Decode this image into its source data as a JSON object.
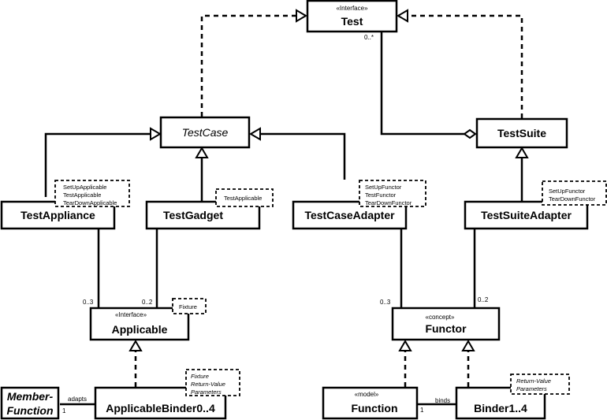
{
  "classes": {
    "test": {
      "stereotype": "«Interface»",
      "name": "Test"
    },
    "testcase": {
      "name": "TestCase"
    },
    "testsuite": {
      "name": "TestSuite"
    },
    "testappliance": {
      "name": "TestAppliance",
      "template": [
        "SetUpApplicable",
        "TestApplicable",
        "TearDownApplicable"
      ]
    },
    "testgadget": {
      "name": "TestGadget",
      "template": [
        "TestApplicable"
      ]
    },
    "testcaseadapter": {
      "name": "TestCaseAdapter",
      "template": [
        "SetUpFunctor",
        "TestFunctor",
        "TearDownFunctor"
      ]
    },
    "testsuiteadapter": {
      "name": "TestSuiteAdapter",
      "template": [
        "SetUpFunctor",
        "TearDownFunctor"
      ]
    },
    "applicable": {
      "stereotype": "«Interface»",
      "name": "Applicable",
      "template": [
        "Fixture"
      ]
    },
    "functor": {
      "stereotype": "«concept»",
      "name": "Functor"
    },
    "memberfunction": {
      "name_lines": [
        "Member-",
        "Function"
      ]
    },
    "applicablebinder": {
      "name": "ApplicableBinder0..4",
      "template": [
        "Fixture",
        "Return-Value",
        "Parameters"
      ]
    },
    "function": {
      "stereotype": "«model»",
      "name": "Function"
    },
    "binder": {
      "name": "Binder1..4",
      "template": [
        "Return-Value",
        "Parameters"
      ]
    }
  },
  "associations": {
    "suite_test_mult": "0..*",
    "appliance_applicable_mult": "0..3",
    "gadget_applicable_mult": "0..2",
    "adapter_functor_mult": "0..3",
    "suiteadapter_functor_mult": "0..2",
    "adapts_label": "adapts",
    "adapts_mult": "1",
    "binds_label": "binds",
    "binds_mult": "1"
  }
}
